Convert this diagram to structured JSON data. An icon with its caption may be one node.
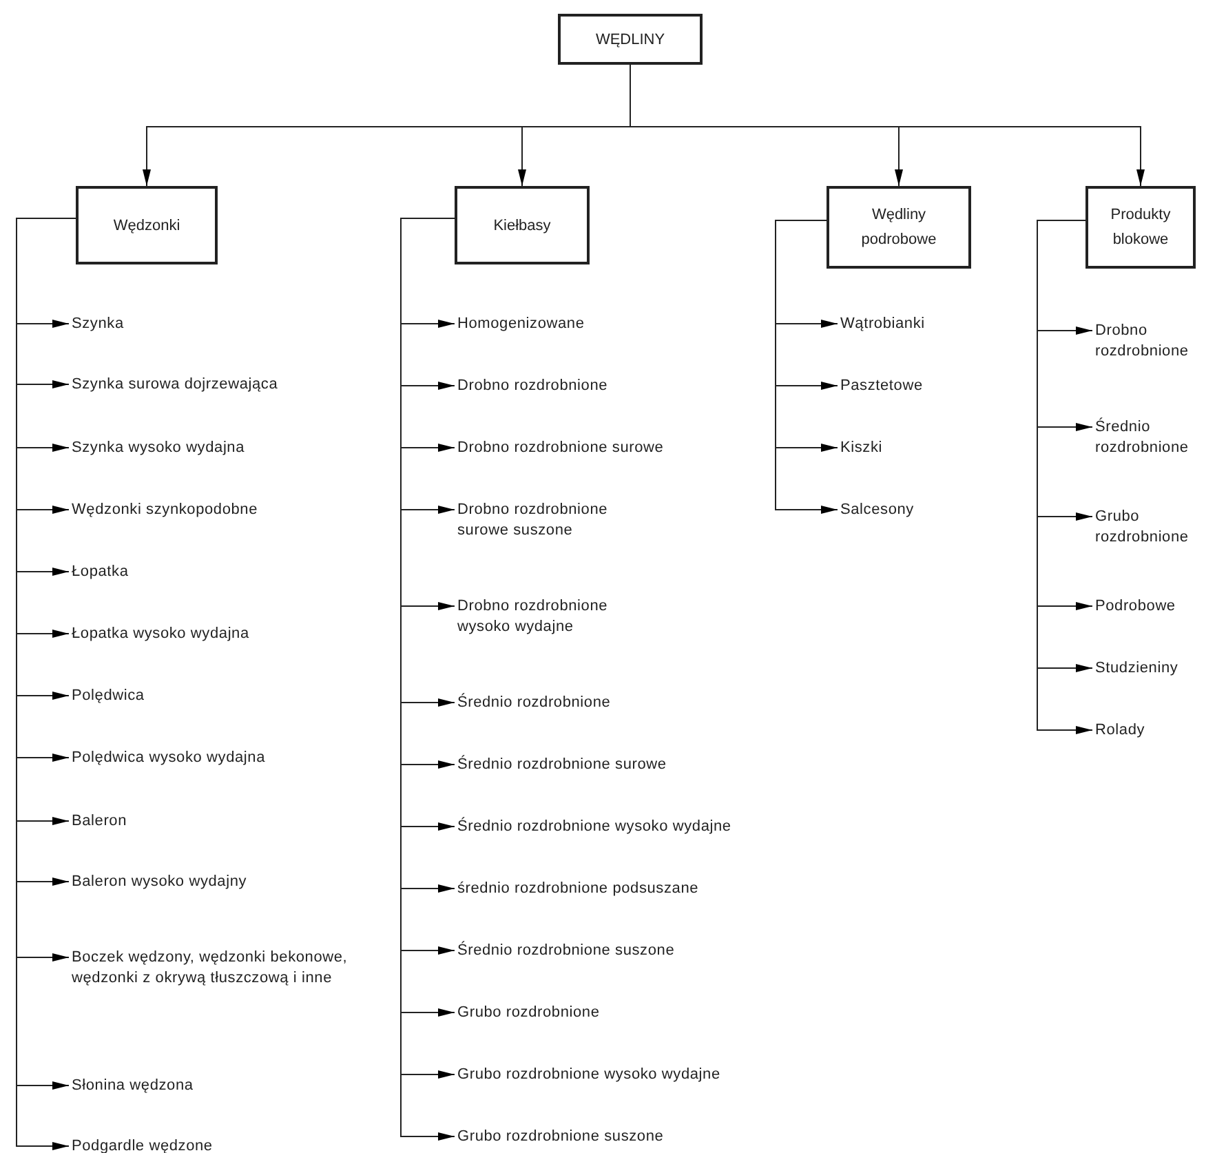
{
  "diagram": {
    "nodes": [
      {
        "text": [
          "WĘDLINY"
        ]
      },
      {
        "text": [
          "Wędzonki"
        ]
      },
      {
        "text": [
          "Kiełbasy"
        ]
      },
      {
        "text": [
          "Wędliny podrobowe"
        ]
      },
      {
        "text": [
          "Produkty blokowe"
        ]
      },
      {
        "text": [
          "Szynka"
        ]
      },
      {
        "text": [
          "Szynka surowa dojrzewająca"
        ]
      },
      {
        "text": [
          "Szynka wysoko wydajna"
        ]
      },
      {
        "text": [
          "Wędzonki szynkopodobne"
        ]
      },
      {
        "text": [
          "Łopatka"
        ]
      },
      {
        "text": [
          "Łopatka wysoko wydajna"
        ]
      },
      {
        "text": [
          "Polędwica"
        ]
      },
      {
        "text": [
          "Polędwica wysoko wydajna"
        ]
      },
      {
        "text": [
          "Baleron"
        ]
      },
      {
        "text": [
          "Baleron wysoko wydajny"
        ]
      },
      {
        "text": [
          "Boczek wędzony, wędzonki bekonowe, wędzonki z okrywą tłuszczową i inne"
        ]
      },
      {
        "text": [
          "Słonina wędzona"
        ]
      },
      {
        "text": [
          "Podgardle wędzone"
        ]
      },
      {
        "text": [
          "Homogenizowane"
        ]
      },
      {
        "text": [
          "Drobno rozdrobnione"
        ]
      },
      {
        "text": [
          "Drobno rozdrobnione surowe"
        ]
      },
      {
        "text": [
          "Drobno rozdrobnione surowe suszone"
        ]
      },
      {
        "text": [
          "Drobno rozdrobnione wysoko wydajne"
        ]
      },
      {
        "text": [
          "Średnio rozdrobnione"
        ]
      },
      {
        "text": [
          "Średnio rozdrobnione surowe"
        ]
      },
      {
        "text": [
          "Średnio rozdrobnione wysoko wydajne"
        ]
      },
      {
        "text": [
          "średnio rozdrobnione podsuszane"
        ]
      },
      {
        "text": [
          "Średnio rozdrobnione suszone"
        ]
      },
      {
        "text": [
          "Grubo rozdrobnione"
        ]
      },
      {
        "text": [
          "Grubo rozdrobnione wysoko wydajne"
        ]
      },
      {
        "text": [
          "Grubo rozdrobnione suszone"
        ]
      },
      {
        "text": [
          "Wątrobianki"
        ]
      },
      {
        "text": [
          "Pasztetowe"
        ]
      },
      {
        "text": [
          "Kiszki"
        ]
      },
      {
        "text": [
          "Salcesony"
        ]
      },
      {
        "text": [
          "Drobno rozdrobnione"
        ]
      },
      {
        "text": [
          "Średnio rozdrobnione"
        ]
      },
      {
        "text": [
          "Grubo rozdrobnione"
        ]
      },
      {
        "text": [
          "Podrobowe"
        ]
      },
      {
        "text": [
          "Studzieniny"
        ]
      },
      {
        "text": [
          "Rolady"
        ]
      }
    ],
    "edges": [
      {
        "from": 0,
        "to": 1,
        "arrow": "to"
      },
      {
        "from": 0,
        "to": 2,
        "arrow": "to"
      },
      {
        "from": 0,
        "to": 3,
        "arrow": "to"
      },
      {
        "from": 0,
        "to": 4,
        "arrow": "to"
      },
      {
        "from": 1,
        "to": 5,
        "arrow": "to"
      },
      {
        "from": 1,
        "to": 6,
        "arrow": "to"
      },
      {
        "from": 1,
        "to": 7,
        "arrow": "to"
      },
      {
        "from": 1,
        "to": 8,
        "arrow": "to"
      },
      {
        "from": 1,
        "to": 9,
        "arrow": "to"
      },
      {
        "from": 1,
        "to": 10,
        "arrow": "to"
      },
      {
        "from": 1,
        "to": 11,
        "arrow": "to"
      },
      {
        "from": 1,
        "to": 12,
        "arrow": "to"
      },
      {
        "from": 1,
        "to": 13,
        "arrow": "to"
      },
      {
        "from": 1,
        "to": 14,
        "arrow": "to"
      },
      {
        "from": 1,
        "to": 15,
        "arrow": "to"
      },
      {
        "from": 1,
        "to": 16,
        "arrow": "to"
      },
      {
        "from": 1,
        "to": 17,
        "arrow": "to"
      },
      {
        "from": 2,
        "to": 18,
        "arrow": "to"
      },
      {
        "from": 2,
        "to": 19,
        "arrow": "to"
      },
      {
        "from": 2,
        "to": 20,
        "arrow": "to"
      },
      {
        "from": 2,
        "to": 21,
        "arrow": "to"
      },
      {
        "from": 2,
        "to": 22,
        "arrow": "to"
      },
      {
        "from": 2,
        "to": 23,
        "arrow": "to"
      },
      {
        "from": 2,
        "to": 24,
        "arrow": "to"
      },
      {
        "from": 2,
        "to": 25,
        "arrow": "to"
      },
      {
        "from": 2,
        "to": 26,
        "arrow": "to"
      },
      {
        "from": 2,
        "to": 27,
        "arrow": "to"
      },
      {
        "from": 2,
        "to": 28,
        "arrow": "to"
      },
      {
        "from": 2,
        "to": 29,
        "arrow": "to"
      },
      {
        "from": 2,
        "to": 30,
        "arrow": "to"
      },
      {
        "from": 3,
        "to": 31,
        "arrow": "to"
      },
      {
        "from": 3,
        "to": 32,
        "arrow": "to"
      },
      {
        "from": 3,
        "to": 33,
        "arrow": "to"
      },
      {
        "from": 3,
        "to": 34,
        "arrow": "to"
      },
      {
        "from": 4,
        "to": 35,
        "arrow": "to"
      },
      {
        "from": 4,
        "to": 36,
        "arrow": "to"
      },
      {
        "from": 4,
        "to": 37,
        "arrow": "to"
      },
      {
        "from": 4,
        "to": 38,
        "arrow": "to"
      },
      {
        "from": 4,
        "to": 39,
        "arrow": "to"
      },
      {
        "from": 4,
        "to": 40,
        "arrow": "to"
      }
    ]
  }
}
